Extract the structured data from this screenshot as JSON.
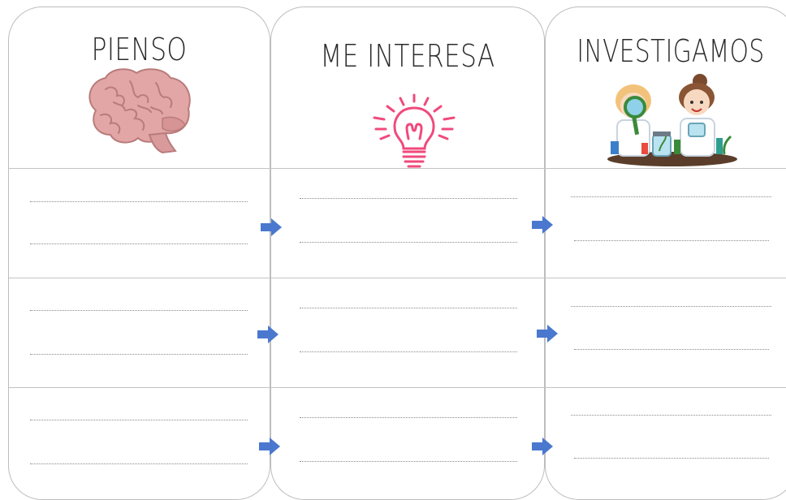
{
  "columns": [
    {
      "title": "PIENSO",
      "icon": "brain-icon"
    },
    {
      "title": "ME INTERESA",
      "icon": "lightbulb-icon"
    },
    {
      "title": "INVESTIGAMOS",
      "icon": "kid-scientists-icon"
    }
  ],
  "colors": {
    "border": "#bdbdbd",
    "arrow": "#4a78cf",
    "brain": "#e2a6a6",
    "bulb": "#f04a7c"
  }
}
